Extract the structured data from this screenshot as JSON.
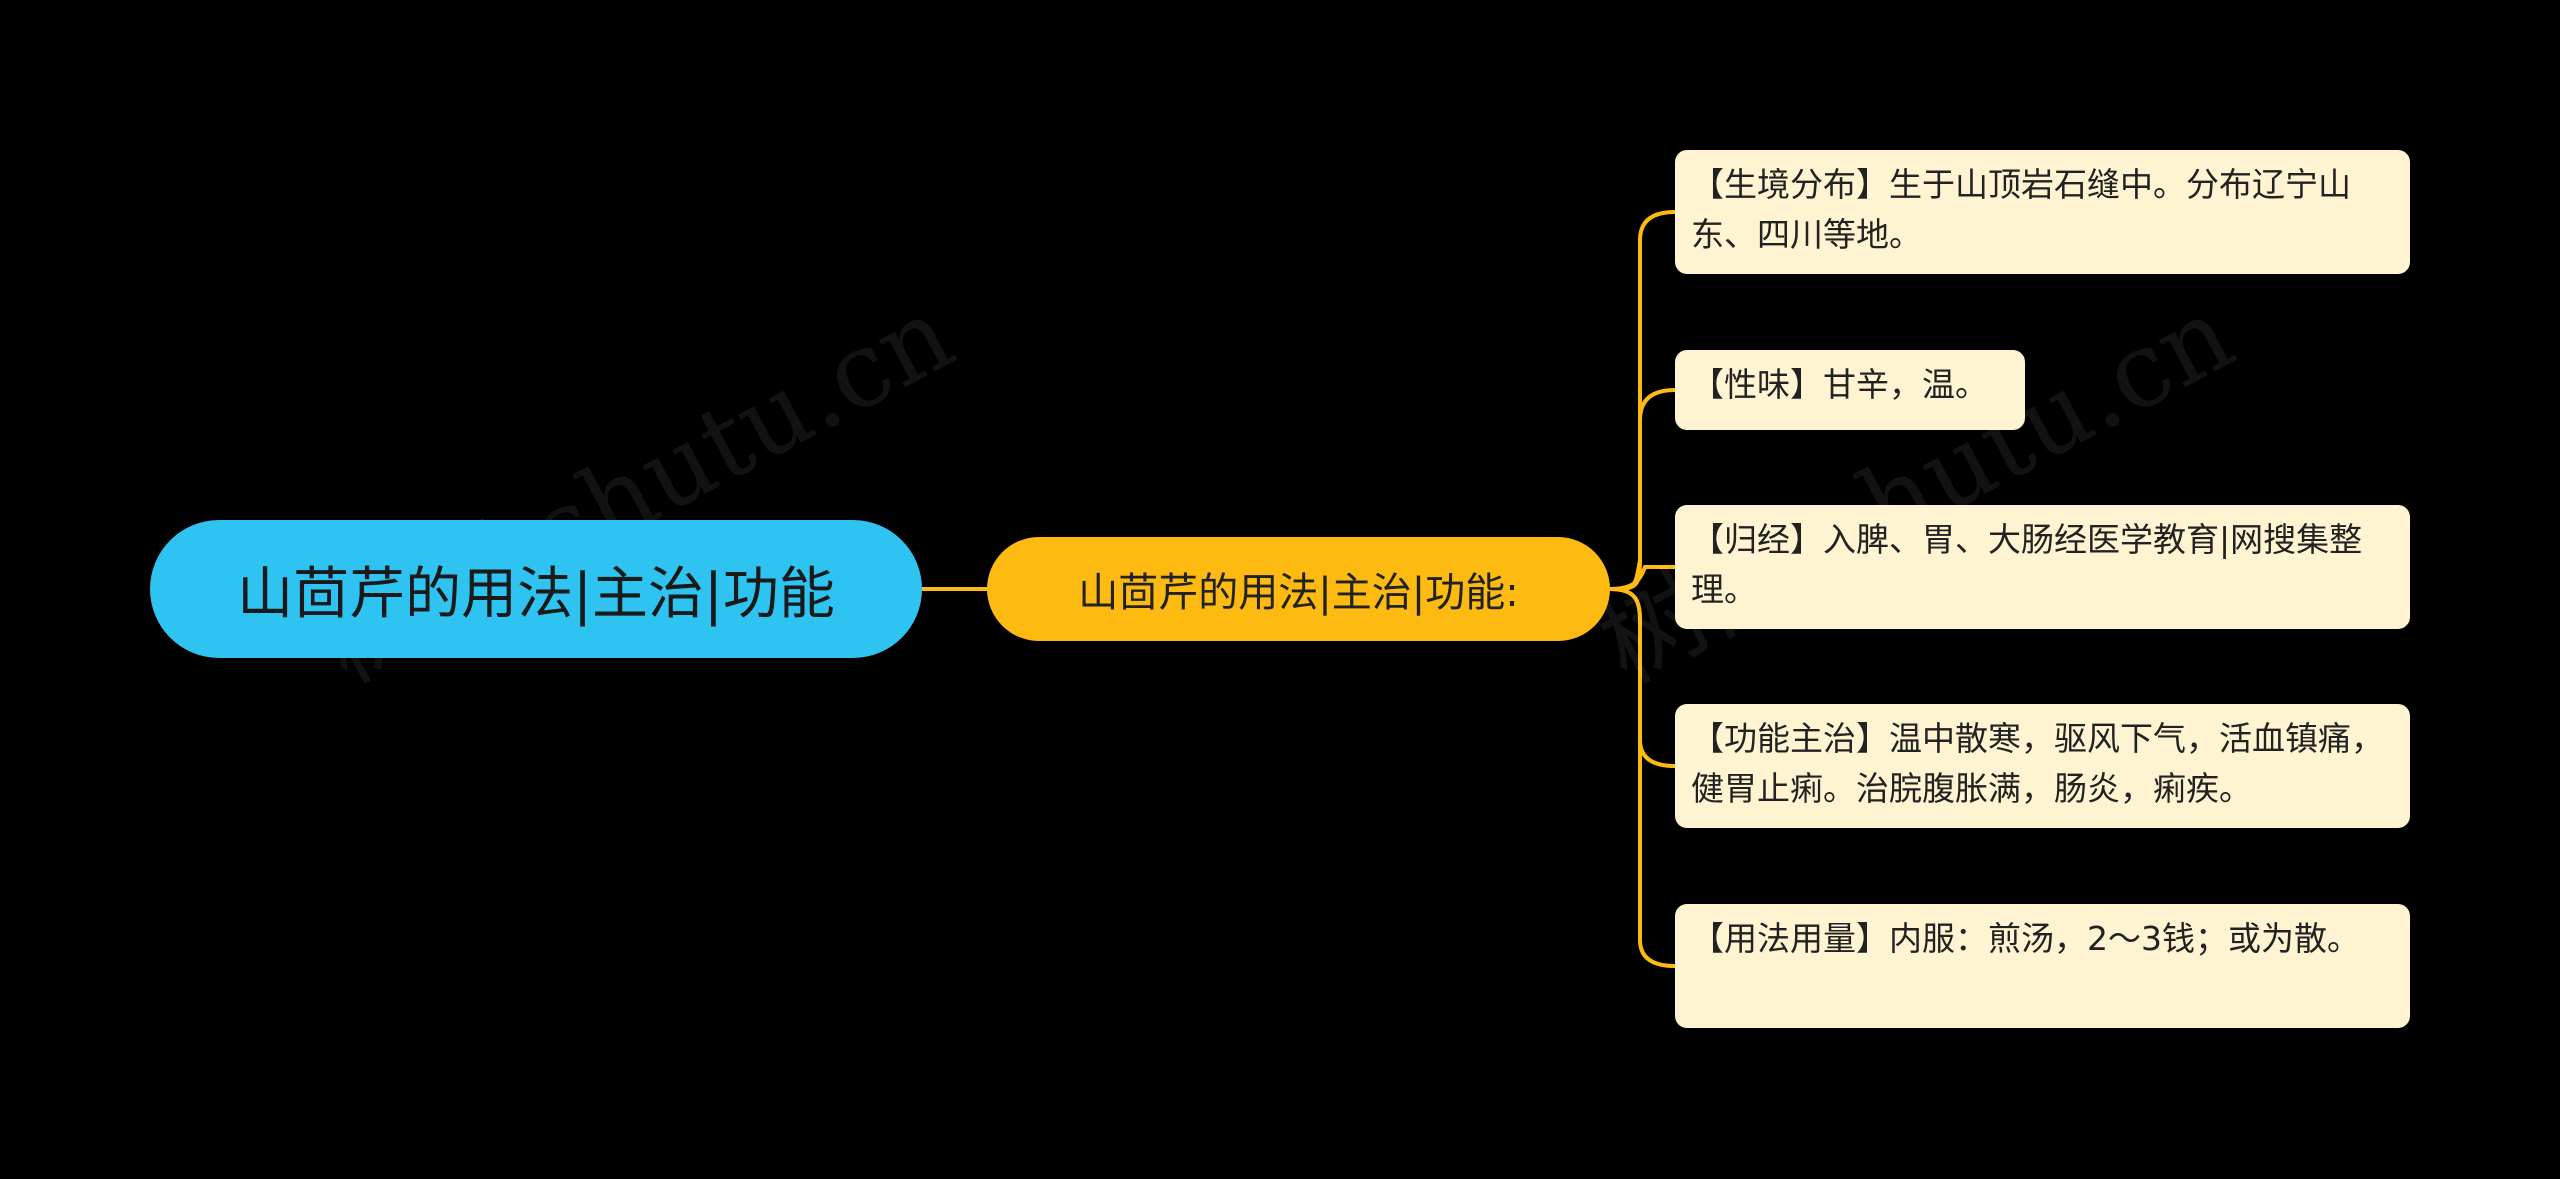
{
  "watermark": "树图 shutu.cn",
  "colors": {
    "background": "#000000",
    "root_fill": "#2ec3f0",
    "branch_fill": "#fdbb12",
    "leaf_fill": "#fff4d1",
    "connector": "#fdbb12"
  },
  "root": {
    "label": "山茴芹的用法|主治|功能"
  },
  "branch": {
    "label": "山茴芹的用法|主治|功能:"
  },
  "leaves": [
    {
      "label": "【生境分布】生于山顶岩石缝中。分布辽宁山东、四川等地。"
    },
    {
      "label": "【性味】甘辛，温。"
    },
    {
      "label": "【归经】入脾、胃、大肠经医学教育|网搜集整理。"
    },
    {
      "label": "【功能主治】温中散寒，驱风下气，活血镇痛，健胃止痢。治脘腹胀满，肠炎，痢疾。"
    },
    {
      "label": "【用法用量】内服：煎汤，2～3钱；或为散。"
    }
  ]
}
